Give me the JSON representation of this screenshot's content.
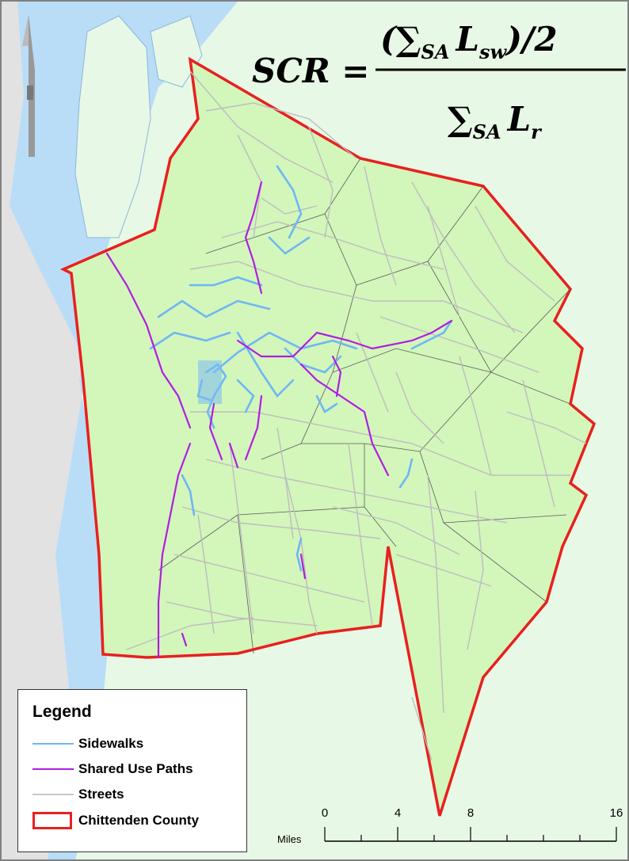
{
  "formula": {
    "lhs": "SCR =",
    "numerator": "(∑SA Lsw)/2",
    "numerator_parts": {
      "open": "(",
      "sum": "∑",
      "sub": "SA",
      "var": "L",
      "var_sub": "sw",
      "close": ")/2"
    },
    "denominator_parts": {
      "sum": "∑",
      "sub": "SA",
      "var": "L",
      "var_sub": "r"
    }
  },
  "legend": {
    "title": "Legend",
    "items": [
      {
        "label": "Sidewalks",
        "color": "#6fb6f5",
        "kind": "line"
      },
      {
        "label": "Shared Use Paths",
        "color": "#b11ee0",
        "kind": "line"
      },
      {
        "label": "Streets",
        "color": "#c8c8c8",
        "kind": "line"
      },
      {
        "label": "Chittenden County",
        "color": "#e8201f",
        "kind": "box"
      }
    ]
  },
  "scale_bar": {
    "units": "Miles",
    "ticks": [
      "0",
      "4",
      "8",
      "16"
    ],
    "tick_values": [
      0,
      4,
      8,
      16
    ],
    "max": 16
  },
  "colors": {
    "water": "#b7dcf6",
    "lake": "#a9d4f5",
    "land": "#e6f8e4",
    "county_fill": "#d2f7b8",
    "county_border": "#e8201f",
    "gray_land": "#e3e3e3"
  },
  "icons": [
    "north-arrow-icon"
  ]
}
